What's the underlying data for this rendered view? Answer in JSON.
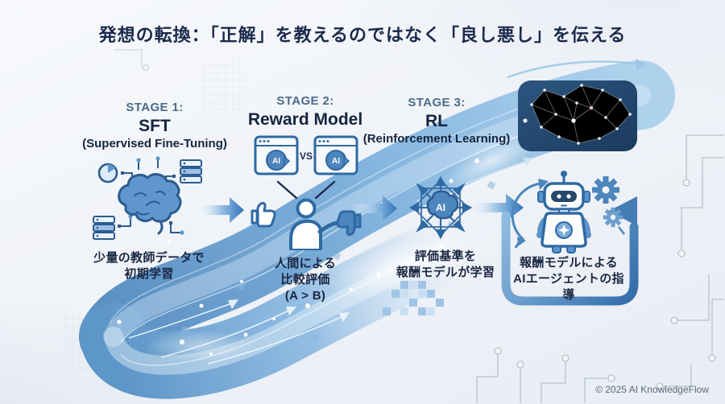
{
  "title": "発想の転換：「正解」を教えるのではなく「良し悪し」を伝える",
  "stages": [
    {
      "label": "STAGE 1:",
      "name": "SFT",
      "subtitle": "(Supervised Fine-Tuning)",
      "caption": [
        "少量の教師データで",
        "初期学習"
      ],
      "icon": "brain-with-training-data"
    },
    {
      "label": "STAGE 2:",
      "name": "Reward Model",
      "subtitle": "",
      "caption": [
        "人間による",
        "比較評価",
        "(A > B)"
      ],
      "icon": "human-comparison-feedback"
    },
    {
      "label": "STAGE 3:",
      "name": "RL",
      "subtitle": "(Reinforcement Learning)",
      "caption": [
        "評価基準を",
        "報酬モデルが学習"
      ],
      "icon": "reward-model-learning"
    }
  ],
  "output": {
    "caption": [
      "報酬モデルによる",
      "AIエージェントの指導"
    ],
    "icon": "robot-agent-with-gears"
  },
  "icon_labels": {
    "ai": "AI",
    "vs": "VS"
  },
  "footer": "© 2025 AI KnowledgeFlow",
  "colors": {
    "title_navy": "#1b2a4c",
    "stage_label_blue": "#4c6b89",
    "accent_blue": "#2f74b8",
    "ribbon_blue": "#7eb2de",
    "panel_navy": "#22436a"
  }
}
